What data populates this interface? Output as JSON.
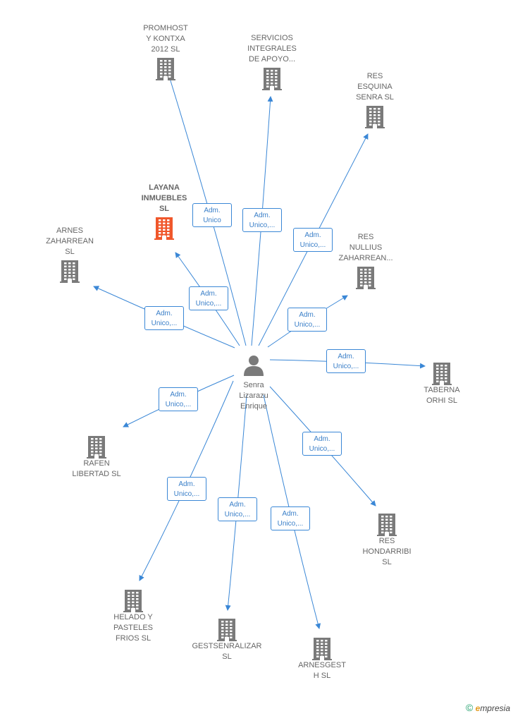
{
  "center": {
    "name": "Senra\nLizarazu\nEnrique",
    "icon": "person-icon"
  },
  "colors": {
    "link": "#3a87d6",
    "building": "#7a7a7a",
    "highlight": "#f0572b",
    "text": "#666666"
  },
  "companies": [
    {
      "id": "promhost",
      "name": "PROMHOST\nY KONTXA\n2012 SL",
      "role": "Adm.\nUnico",
      "highlight": false
    },
    {
      "id": "servicios",
      "name": "SERVICIOS\nINTEGRALES\nDE APOYO...",
      "role": "Adm.\nUnico,...",
      "highlight": false
    },
    {
      "id": "res-esquina",
      "name": "RES\nESQUINA\nSENRA  SL",
      "role": "Adm.\nUnico,...",
      "highlight": false
    },
    {
      "id": "layana",
      "name": "LAYANA\nINMUEBLES\nSL",
      "role": "Adm.\nUnico,...",
      "highlight": true
    },
    {
      "id": "arnes-zaharrean",
      "name": "ARNES\nZAHARREAN\nSL",
      "role": "Adm.\nUnico,...",
      "highlight": false
    },
    {
      "id": "res-nullius",
      "name": "RES\nNULLIUS\nZAHARREAN...",
      "role": "Adm.\nUnico,...",
      "highlight": false
    },
    {
      "id": "taberna",
      "name": "TABERNA\nORHI  SL",
      "role": "Adm.\nUnico,...",
      "highlight": false
    },
    {
      "id": "rafen",
      "name": "RAFEN\nLIBERTAD  SL",
      "role": "Adm.\nUnico,...",
      "highlight": false
    },
    {
      "id": "res-hondarribi",
      "name": "RES\nHONDARRIBI\nSL",
      "role": "Adm.\nUnico,...",
      "highlight": false
    },
    {
      "id": "helado",
      "name": "HELADO Y\nPASTELES\nFRIOS  SL",
      "role": "Adm.\nUnico,...",
      "highlight": false
    },
    {
      "id": "gestsenralizar",
      "name": "GESTSENRALIZAR\nSL",
      "role": "Adm.\nUnico,...",
      "highlight": false
    },
    {
      "id": "arnesgest",
      "name": "ARNESGEST\nH  SL",
      "role": "Adm.\nUnico,...",
      "highlight": false
    }
  ],
  "brand": {
    "copyright": "©",
    "initial": "e",
    "name": "mpresia"
  }
}
